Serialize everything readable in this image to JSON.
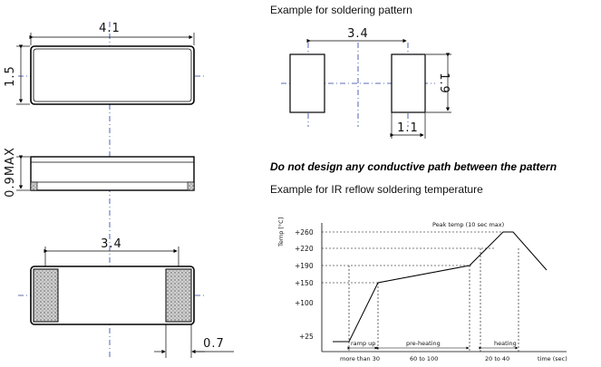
{
  "dims": {
    "length": "4.1",
    "width": "1.5",
    "height_max": "0.9MAX",
    "terminal_span": "3.4",
    "terminal_width": "0.7"
  },
  "pattern": {
    "title": "Example for soldering pattern",
    "span": "3.4",
    "height": "1.9",
    "pad_width": "1.1"
  },
  "warning": "Do not design any conductive path between the pattern",
  "reflow": {
    "title": "Example for IR reflow soldering temperature",
    "y_axis_label": "Temp [°C]",
    "peak_label": "Peak temp (10 sec max)",
    "y_ticks": [
      "+260",
      "+220",
      "+190",
      "+150",
      "+100",
      "+25"
    ],
    "phases": [
      "ramp up",
      "pre-heating",
      "heating"
    ],
    "durations": [
      "more than 30",
      "60 to 100",
      "20 to 40"
    ],
    "x_axis_label": "time (sec)"
  }
}
